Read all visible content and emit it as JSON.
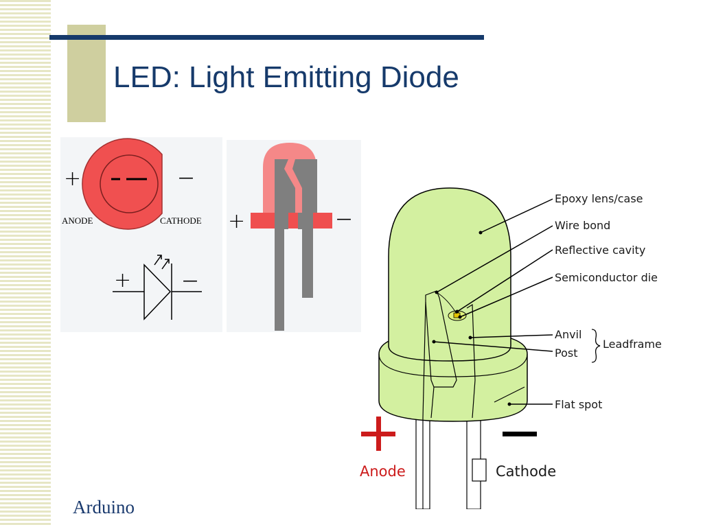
{
  "slide": {
    "title": "LED: Light Emitting Diode",
    "footer": "Arduino"
  },
  "symbol_panel": {
    "plus": "+",
    "minus": "—",
    "anode": "ANODE",
    "cathode": "CATHODE"
  },
  "side_panel": {
    "plus": "+",
    "minus": "—"
  },
  "diagram": {
    "labels": {
      "epoxy": "Epoxy lens/case",
      "wire_bond": "Wire bond",
      "reflective_cavity": "Reflective cavity",
      "semiconductor_die": "Semiconductor die",
      "anvil": "Anvil",
      "post": "Post",
      "leadframe": "Leadframe",
      "flat_spot": "Flat spot"
    },
    "polarity": {
      "anode": "Anode",
      "cathode": "Cathode"
    }
  },
  "colors": {
    "title": "#163a6b",
    "led_red": "#f05050",
    "led_green": "#d3f0a0",
    "anode_red": "#cc1b1b"
  }
}
